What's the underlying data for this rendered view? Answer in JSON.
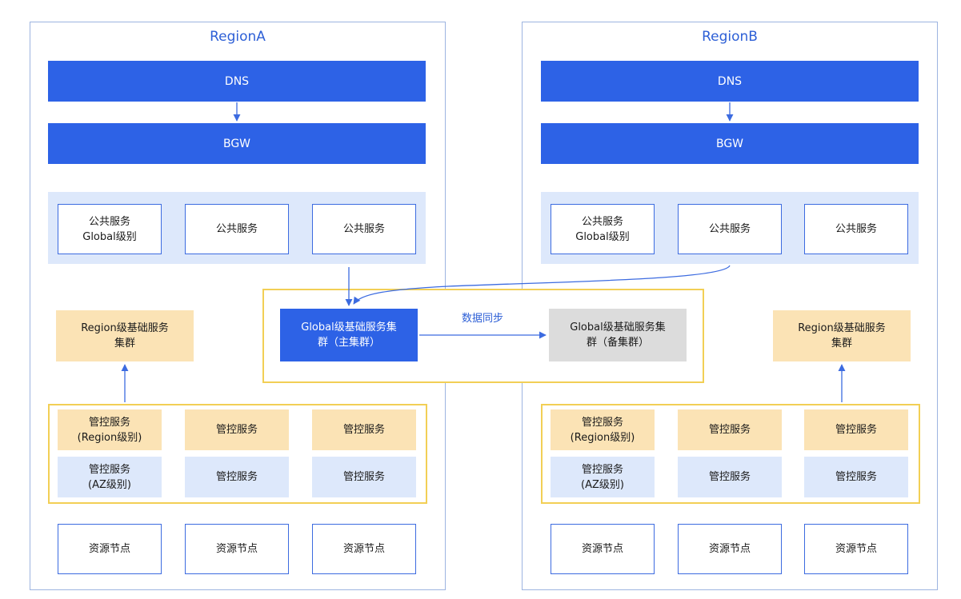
{
  "regions": [
    {
      "title": "RegionA",
      "dns": "DNS",
      "bgw": "BGW",
      "public_services": [
        "公共服务\nGlobal级别",
        "公共服务",
        "公共服务"
      ],
      "region_service": "Region级基础服务\n集群",
      "control_row1": [
        "管控服务\n(Region级别)",
        "管控服务",
        "管控服务"
      ],
      "control_row2": [
        "管控服务\n(AZ级别)",
        "管控服务",
        "管控服务"
      ],
      "resource_nodes": [
        "资源节点",
        "资源节点",
        "资源节点"
      ]
    },
    {
      "title": "RegionB",
      "dns": "DNS",
      "bgw": "BGW",
      "public_services": [
        "公共服务\nGlobal级别",
        "公共服务",
        "公共服务"
      ],
      "region_service": "Region级基础服务\n集群",
      "control_row1": [
        "管控服务\n(Region级别)",
        "管控服务",
        "管控服务"
      ],
      "control_row2": [
        "管控服务\n(AZ级别)",
        "管控服务",
        "管控服务"
      ],
      "resource_nodes": [
        "资源节点",
        "资源节点",
        "资源节点"
      ]
    }
  ],
  "global": {
    "main_cluster": "Global级基础服务集\n群（主集群）",
    "backup_cluster": "Global级基础服务集\n群（备集群）",
    "sync_label": "数据同步"
  },
  "colors": {
    "primary_blue": "#2d62e6",
    "light_blue": "#dde8fb",
    "orange": "#fbe3b5",
    "yellow_border": "#f2cf55",
    "gray": "#dcdcdc"
  }
}
